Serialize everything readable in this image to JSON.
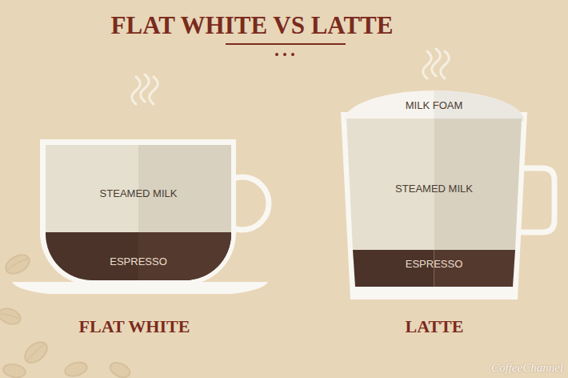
{
  "diagram": {
    "title": "FLAT WHITE VS LATTE",
    "nodes": [
      {
        "text": [
          "FLAT WHITE"
        ]
      },
      {
        "text": [
          "STEAMED MILK"
        ],
        "in": 0
      },
      {
        "text": [
          "ESPRESSO"
        ],
        "in": 0
      },
      {
        "text": [
          "LATTE"
        ]
      },
      {
        "text": [
          "MILK FOAM"
        ],
        "in": 3
      },
      {
        "text": [
          "STEAMED MILK"
        ],
        "in": 3
      },
      {
        "text": [
          "ESPRESSO"
        ],
        "in": 3
      }
    ],
    "labels": [
      "CoffeeChannel"
    ]
  }
}
